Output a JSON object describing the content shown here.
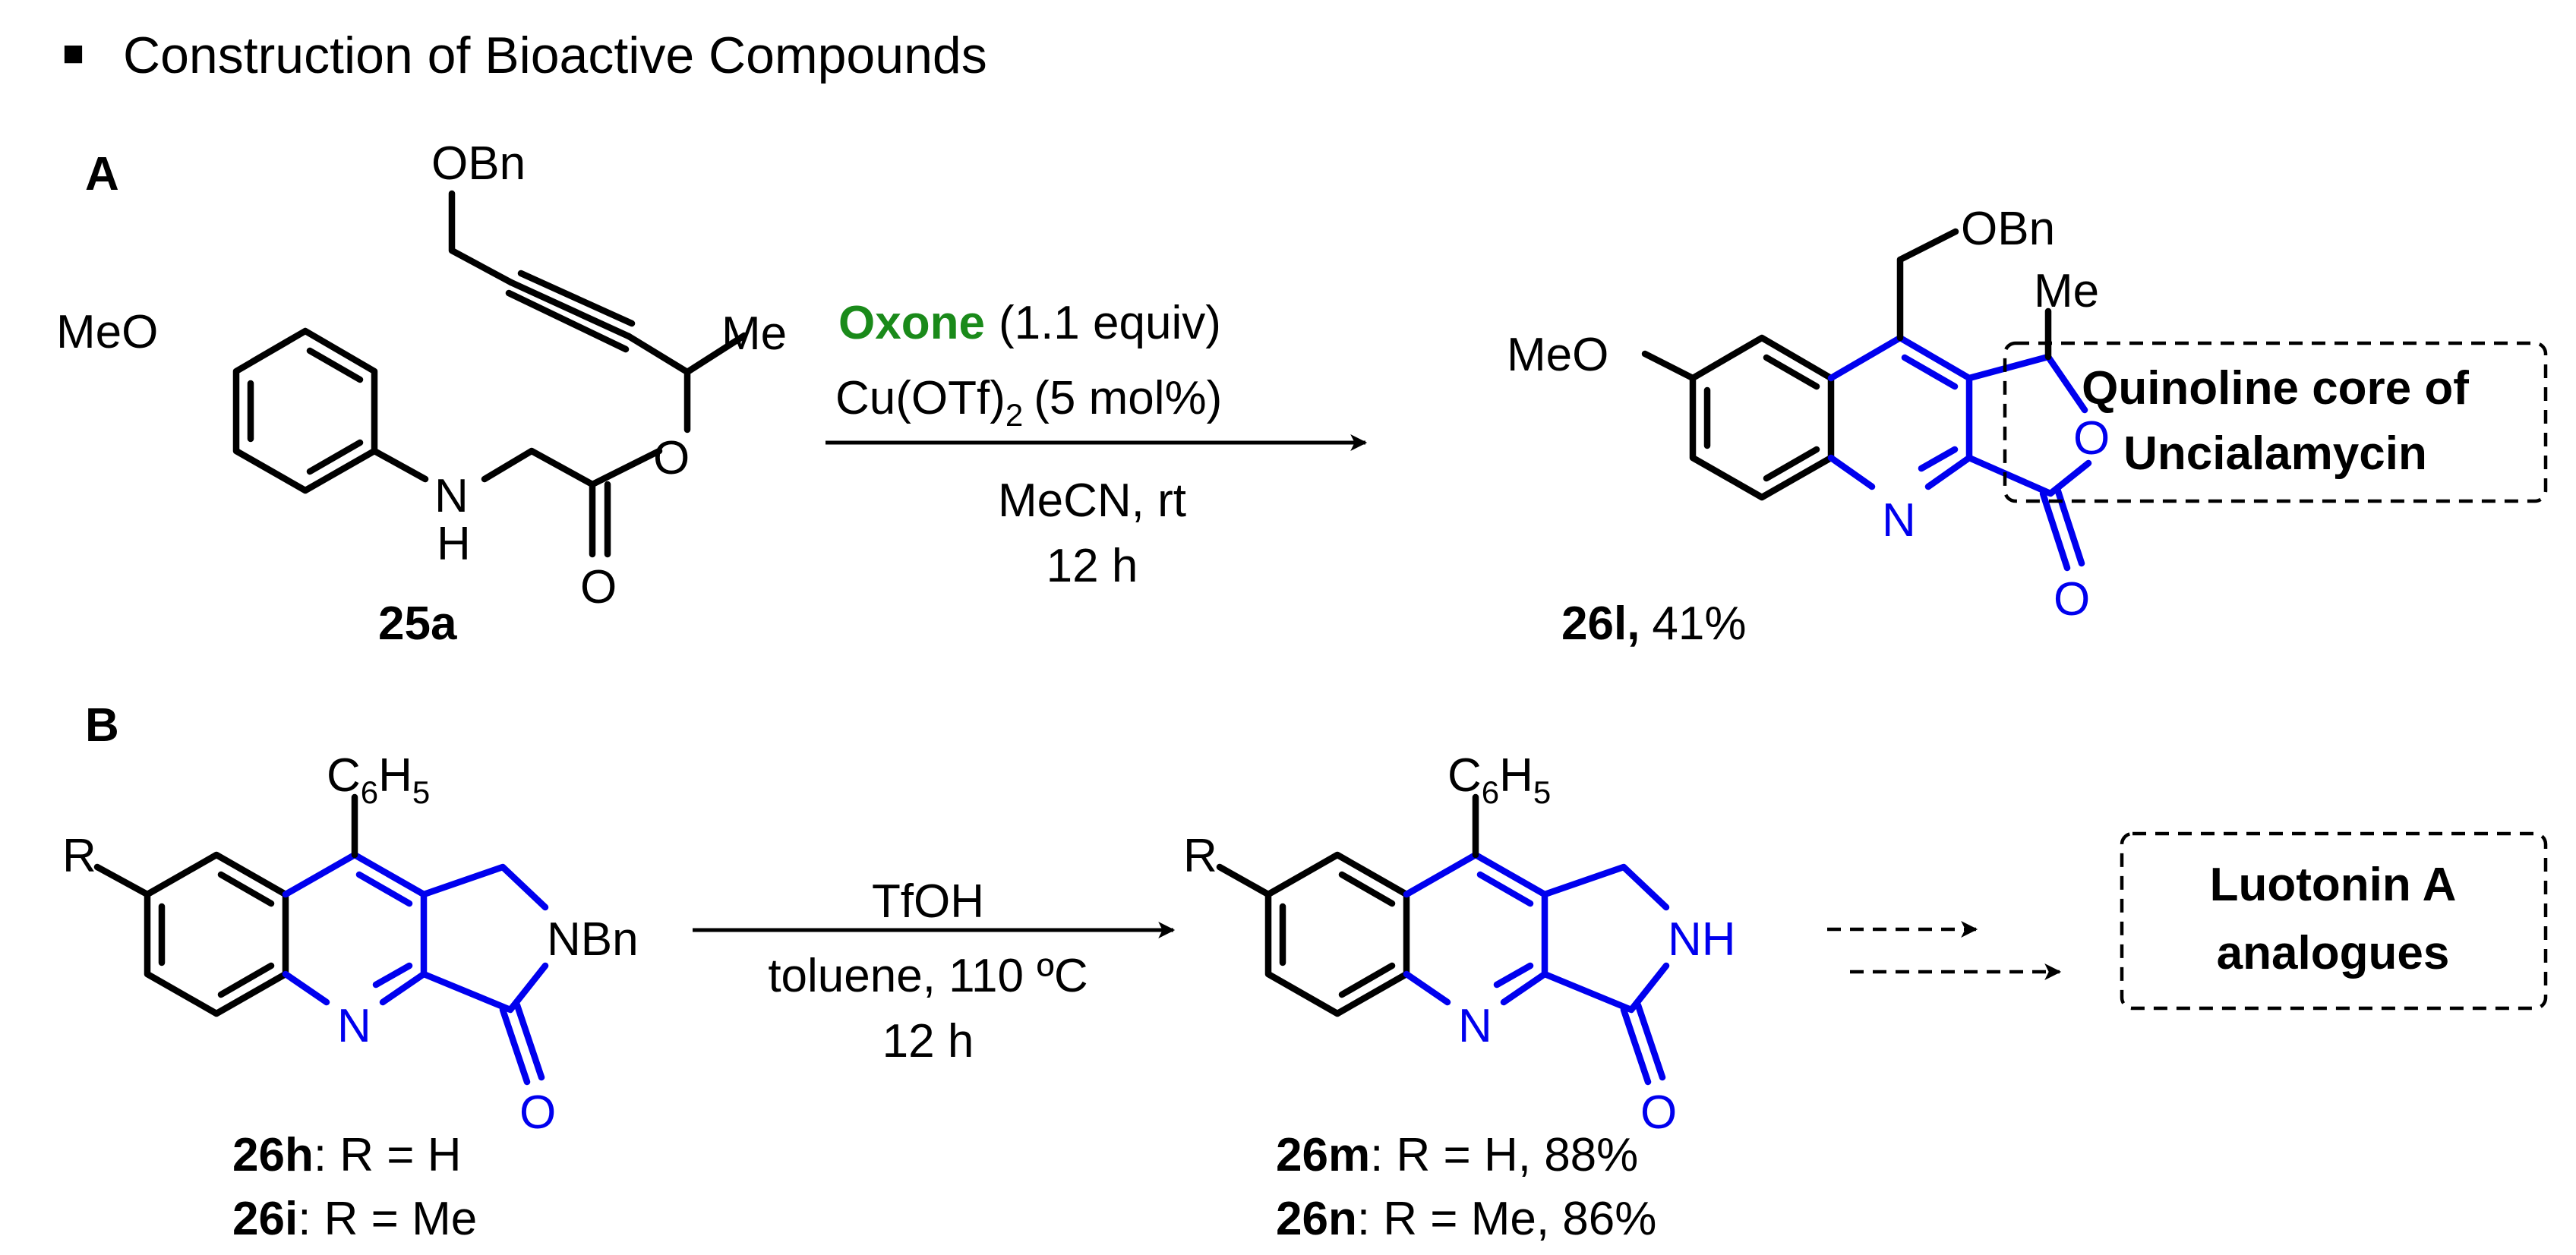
{
  "header": {
    "bullet": "■",
    "title": "Construction of Bioactive Compounds"
  },
  "colors": {
    "black": "#000000",
    "product_blue": "#0000ee",
    "oxone_green": "#1a8a1a"
  },
  "panel_a": {
    "label": "A",
    "reactant": {
      "id": "25a",
      "groups": {
        "obn": "OBn",
        "me": "Me",
        "meo": "MeO",
        "nh_n": "N",
        "nh_h": "H",
        "ester_o": "O",
        "carbonyl_o": "O"
      }
    },
    "conditions": {
      "oxidant": "Oxone",
      "oxidant_equiv": "(1.1 equiv)",
      "catalyst_main": "Cu(OTf)",
      "catalyst_sub": "2",
      "catalyst_loading": "(5 mol%)",
      "solvent_temp": "MeCN, rt",
      "time": "12 h"
    },
    "product": {
      "id": "26l,",
      "yield": "41%",
      "groups": {
        "obn": "OBn",
        "me": "Me",
        "meo": "MeO",
        "n": "N",
        "ring_o": "O",
        "carbonyl_o": "O"
      }
    },
    "box": {
      "line1": "Quinoline core of",
      "line2": "Uncialamycin"
    }
  },
  "panel_b": {
    "label": "B",
    "reactant": {
      "groups": {
        "c6h5_c": "C",
        "c6h5_6": "6",
        "c6h5_h": "H",
        "c6h5_5": "5",
        "r": "R",
        "nbn": "NBn",
        "n": "N",
        "o": "O"
      },
      "entries": [
        {
          "id": "26h",
          "text": ": R = H"
        },
        {
          "id": "26i",
          "text": ": R = Me"
        }
      ]
    },
    "conditions": {
      "reagent": "TfOH",
      "solvent_temp": "toluene, 110 ºC",
      "time": "12 h"
    },
    "product": {
      "groups": {
        "c6h5_c": "C",
        "c6h5_6": "6",
        "c6h5_h": "H",
        "c6h5_5": "5",
        "r": "R",
        "nh": "NH",
        "n": "N",
        "o": "O"
      },
      "entries": [
        {
          "id": "26m",
          "text": ": R = H, 88%"
        },
        {
          "id": "26n",
          "text": ": R = Me, 86%"
        }
      ]
    },
    "box": {
      "line1": "Luotonin A",
      "line2": "analogues"
    }
  }
}
